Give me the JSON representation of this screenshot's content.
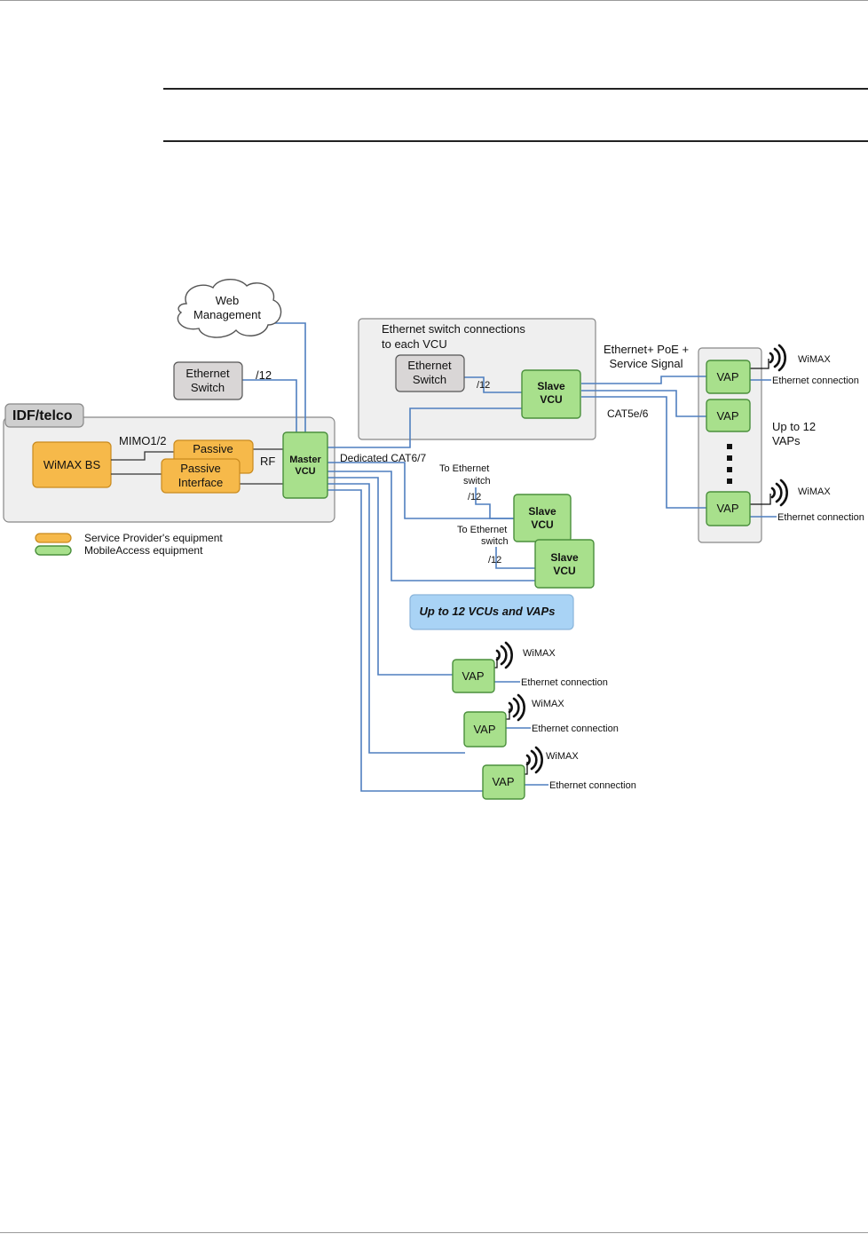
{
  "colors": {
    "provider_fill": "#f6b94a",
    "provider_stroke": "#c98a1e",
    "mobileaccess_fill": "#a8e08c",
    "mobileaccess_stroke": "#4a8f3c",
    "gray_box_fill": "#d9d6d6",
    "panel_fill": "#efefef",
    "panel_stroke": "#888888",
    "callout_fill": "#a9d3f5",
    "link_color": "#4f7fbf"
  },
  "icons": {
    "antenna": "wifi-signal-arcs",
    "cloud": "cloud-shape"
  },
  "diagram": {
    "web_management": [
      "Web",
      "Management"
    ],
    "ethernet_switch_left": [
      "Ethernet",
      "Switch"
    ],
    "slash12_left": "/12",
    "idf_panel_label": "IDF/telco",
    "wimax_bs": "WiMAX BS",
    "mimo": "MIMO1/2",
    "passive_top": "Passive",
    "passive_interface": [
      "Passive",
      "Interface"
    ],
    "rf": "RF",
    "master_vcu": [
      "Master",
      "VCU"
    ],
    "dedicated_cat": "Dedicated CAT6/7",
    "legend": {
      "provider": "Service Provider's equipment",
      "mobileaccess": "MobileAccess equipment"
    },
    "eth_panel_title": [
      "Ethernet switch connections",
      "to each VCU"
    ],
    "ethernet_switch_panel": [
      "Ethernet",
      "Switch"
    ],
    "slash12_panel": "/12",
    "slave_vcu_top": [
      "Slave",
      "VCU"
    ],
    "poe_label": [
      "Ethernet+ PoE +",
      "Service Signal"
    ],
    "cat5": "CAT5e/6",
    "vap": "VAP",
    "wimax": "WiMAX",
    "ethernet_connection": "Ethernet connection",
    "up_to_12_vaps": [
      "Up to 12",
      "VAPs"
    ],
    "to_ethernet_switch": [
      "To Ethernet",
      "switch"
    ],
    "slash12": "/12",
    "slave_vcu": [
      "Slave",
      "VCU"
    ],
    "callout": "Up to 12 VCUs and VAPs"
  }
}
